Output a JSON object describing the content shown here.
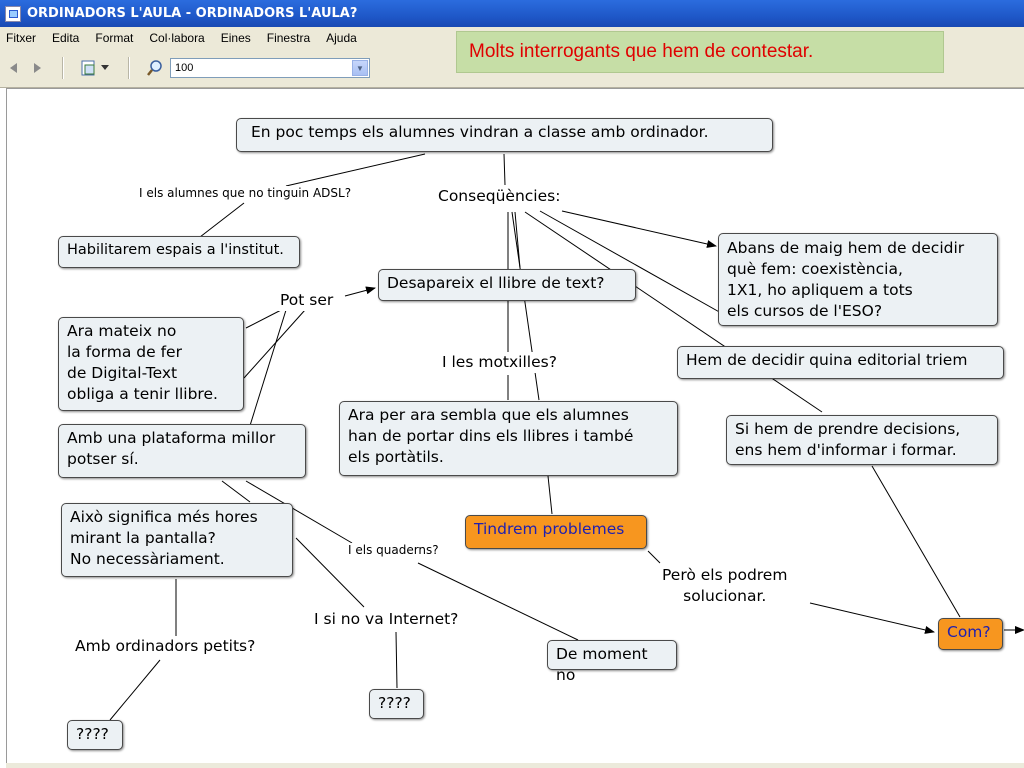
{
  "window": {
    "title": "ORDINADORS L'AULA - ORDINADORS L'AULA?"
  },
  "menu": [
    "Fitxer",
    "Edita",
    "Format",
    "Col·labora",
    "Eines",
    "Finestra",
    "Ajuda"
  ],
  "toolbar": {
    "zoom_value": "100",
    "icons": [
      "back-arrow-icon",
      "forward-arrow-icon",
      "page-settings-icon",
      "zoom-icon",
      "dropdown-arrow-icon"
    ]
  },
  "overlay_note": "Molts interrogants que hem de contestar.",
  "map": {
    "root": "En poc temps els alumnes vindran a classe amb ordinador.",
    "phrase_adsl": "I els alumnes que no tinguin ADSL?",
    "phrase_consequencies": "Conseqüències:",
    "habilitarem": "Habilitarem espais a l'institut.",
    "desapareix": "Desapareix el llibre de text?",
    "phrase_pot_ser": "Pot ser",
    "ara_mateix": "Ara mateix no\nla forma de fer\nde Digital-Text\nobliga a tenir llibre.",
    "plataforma": "Amb una plataforma millor\npotser sí.",
    "phrase_motxilles": "I les motxilles?",
    "ara_per_ara": "Ara per ara sembla que els alumnes\nhan de portar dins els llibres i també\nels portàtils.",
    "abans_maig": "Abans de maig hem de decidir\nquè fem: coexistència,\n1X1, ho apliquem a tots\nels cursos de l'ESO?",
    "editorial": "Hem de decidir quina editorial triem",
    "decisions": "Si hem de prendre decisions,\nens hem d'informar i formar.",
    "aixo_significa": "Això significa més hores\nmirant la pantalla?\nNo necessàriament.",
    "phrase_quaderns": "I els quaderns?",
    "tindrem": "Tindrem problemes",
    "phrase_podrem": "Però els podrem\nsolucionar.",
    "com": "Com?",
    "phrase_internet": "I si no va Internet?",
    "de_moment": "De moment no",
    "phrase_petits": "Amb ordinadors petits?",
    "q1": "????",
    "q2": "????"
  }
}
